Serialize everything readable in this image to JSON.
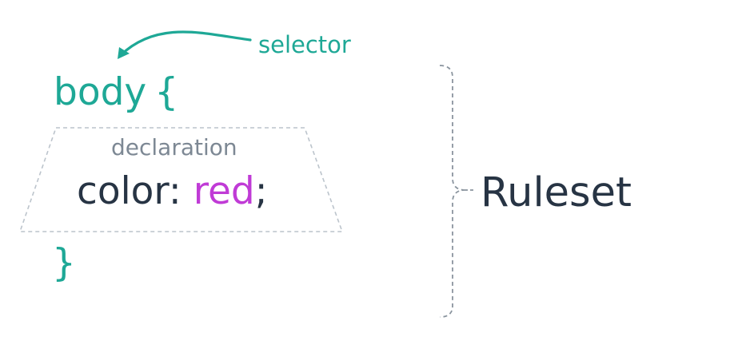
{
  "annotations": {
    "selector": "selector",
    "declaration": "declaration",
    "ruleset": "Ruleset"
  },
  "code": {
    "selector": "body",
    "open_brace": "{",
    "property": "color:",
    "value": "red",
    "semicolon": ";",
    "close_brace": "}"
  },
  "colors": {
    "teal": "#1ea896",
    "dark_text": "#273444",
    "purple_value": "#c03bd6",
    "muted_label": "#7d8894",
    "dashed_line": "#bcc4cc",
    "bracket_line": "#8a949e"
  },
  "icons": {
    "selector_pointer": "curved-arrow-icon",
    "ruleset_grouping": "curly-bracket-icon"
  }
}
